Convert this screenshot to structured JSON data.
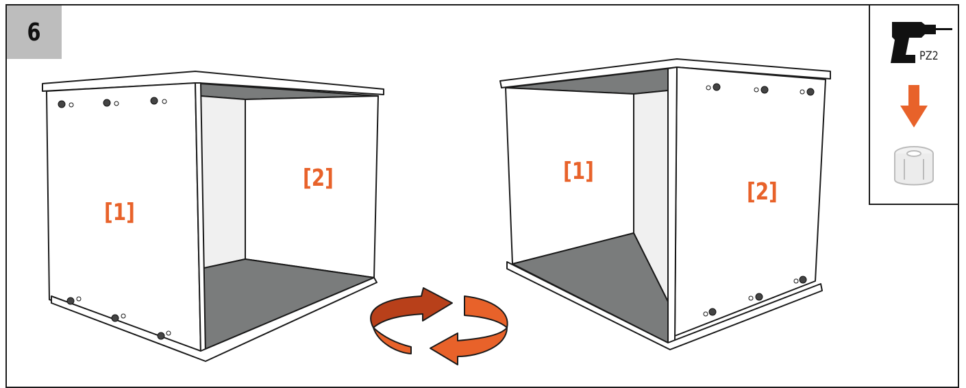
{
  "step": {
    "number": "6"
  },
  "tool": {
    "bit_label": "PZ2",
    "accent_color": "#e8622a"
  },
  "left_cabinet": {
    "side_label": "[1]",
    "back_label": "[2]"
  },
  "right_cabinet": {
    "side_label": "[1]",
    "back_label": "[2]"
  },
  "colors": {
    "accent": "#e8622a",
    "accent_dark": "#b8401a",
    "panel_gray": "#7a7c7c",
    "outline": "#1a1a1a",
    "step_box": "#bdbdbd"
  },
  "icons": [
    "drill-icon",
    "down-arrow-icon",
    "cam-lock-fitting-icon",
    "rotate-arrows-icon"
  ]
}
